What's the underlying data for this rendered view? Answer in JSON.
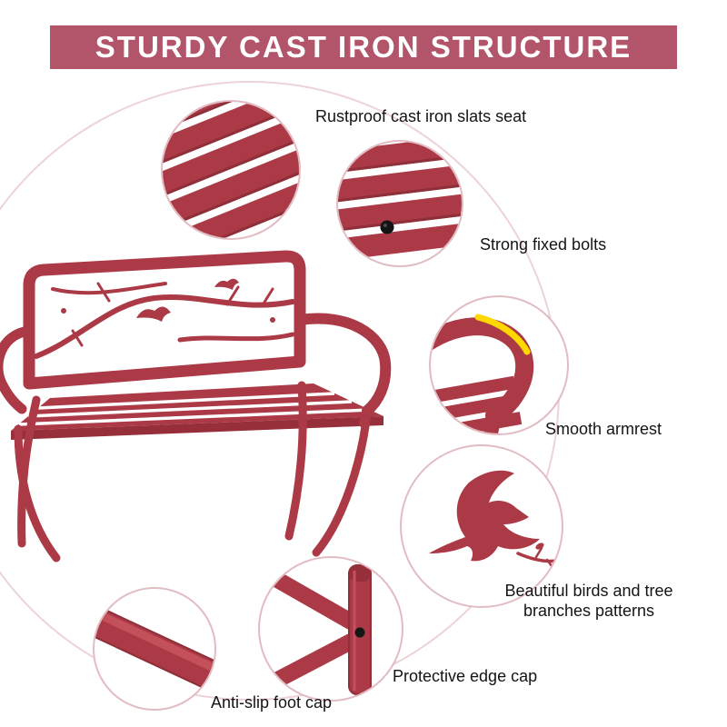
{
  "header": {
    "title": "STURDY CAST IRON STRUCTURE"
  },
  "callouts": [
    {
      "label": "Rustproof cast iron slats seat"
    },
    {
      "label": "Strong fixed bolts"
    },
    {
      "label": "Smooth armrest"
    },
    {
      "label": "Beautiful birds and tree branches patterns"
    },
    {
      "label": "Protective edge cap"
    },
    {
      "label": "Anti-slip foot cap"
    }
  ],
  "colors": {
    "banner_bg": "#b3556a",
    "banner_text": "#ffffff",
    "bench_red": "#ab3a46",
    "bench_red_dark": "#8e2f39",
    "highlight_yellow": "#ffd800",
    "label_text": "#141414",
    "guide_circle": "#edd3d7"
  }
}
